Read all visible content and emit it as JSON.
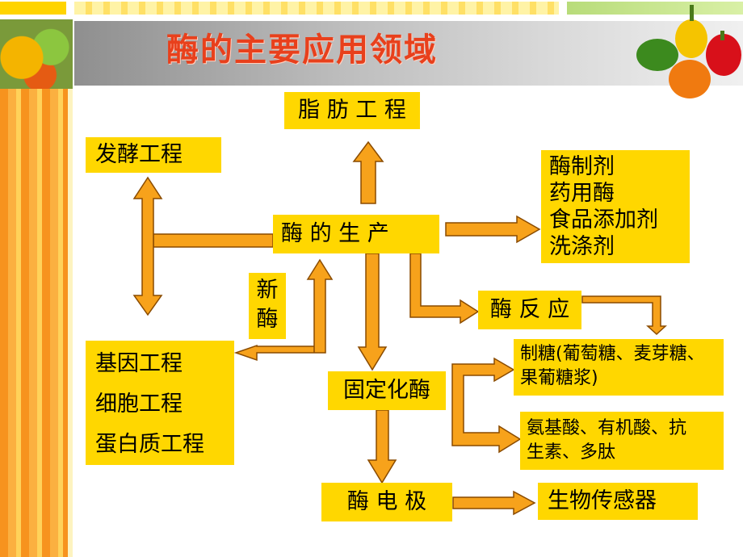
{
  "title": "酶的主要应用领域",
  "nodes": {
    "fat": "脂 肪 工 程",
    "ferment": "发酵工程",
    "production": "酶 的 生   产",
    "products": [
      "酶制剂",
      "药用酶",
      "食品添加剂",
      "洗涤剂"
    ],
    "new_enzyme": [
      "新",
      "酶"
    ],
    "reaction": "酶 反 应",
    "genetic": [
      "基因工程",
      "细胞工程",
      "蛋白质工程"
    ],
    "immobilized": "固定化酶",
    "sugar": [
      "制糖(葡萄糖、麦芽糖、",
      "果葡糖浆)"
    ],
    "amino": [
      "氨基酸、有机酸、抗",
      "生素、多肽"
    ],
    "electrode": "酶   电   极",
    "sensor": "生物传感器"
  },
  "colors": {
    "box": "#ffd700",
    "arrow_fill": "#f7a21b",
    "arrow_stroke": "#8a4b00",
    "title": "#e8401c"
  }
}
